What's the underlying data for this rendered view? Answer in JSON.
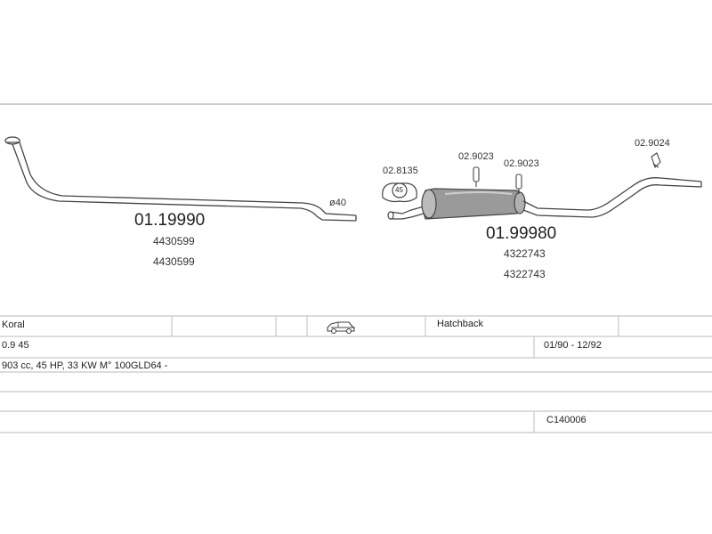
{
  "diagram": {
    "front_pipe": {
      "part_number": "01.19990",
      "oem_1": "4430599",
      "oem_2": "4430599",
      "diameter_label": "ø40"
    },
    "rear_section": {
      "part_number": "01.99980",
      "oem_1": "4322743",
      "oem_2": "4322743",
      "gasket_part": "02.8135",
      "gasket_size": "45",
      "hanger_1": "02.9023",
      "hanger_2": "02.9023",
      "hanger_3": "02.9024"
    }
  },
  "vehicle_table": {
    "model": "Koral",
    "body_type": "Hatchback",
    "body_icon": "car-icon",
    "engine_short": "0.9 45",
    "production_years": "01/90 - 12/92",
    "engine_details": "903 cc, 45 HP, 33 KW M° 100GLD64 -",
    "catalog_code": "C140006"
  },
  "colors": {
    "line": "#444444",
    "grid_line": "#c8c8c8",
    "muffler_fill": "#9a9a9a"
  }
}
